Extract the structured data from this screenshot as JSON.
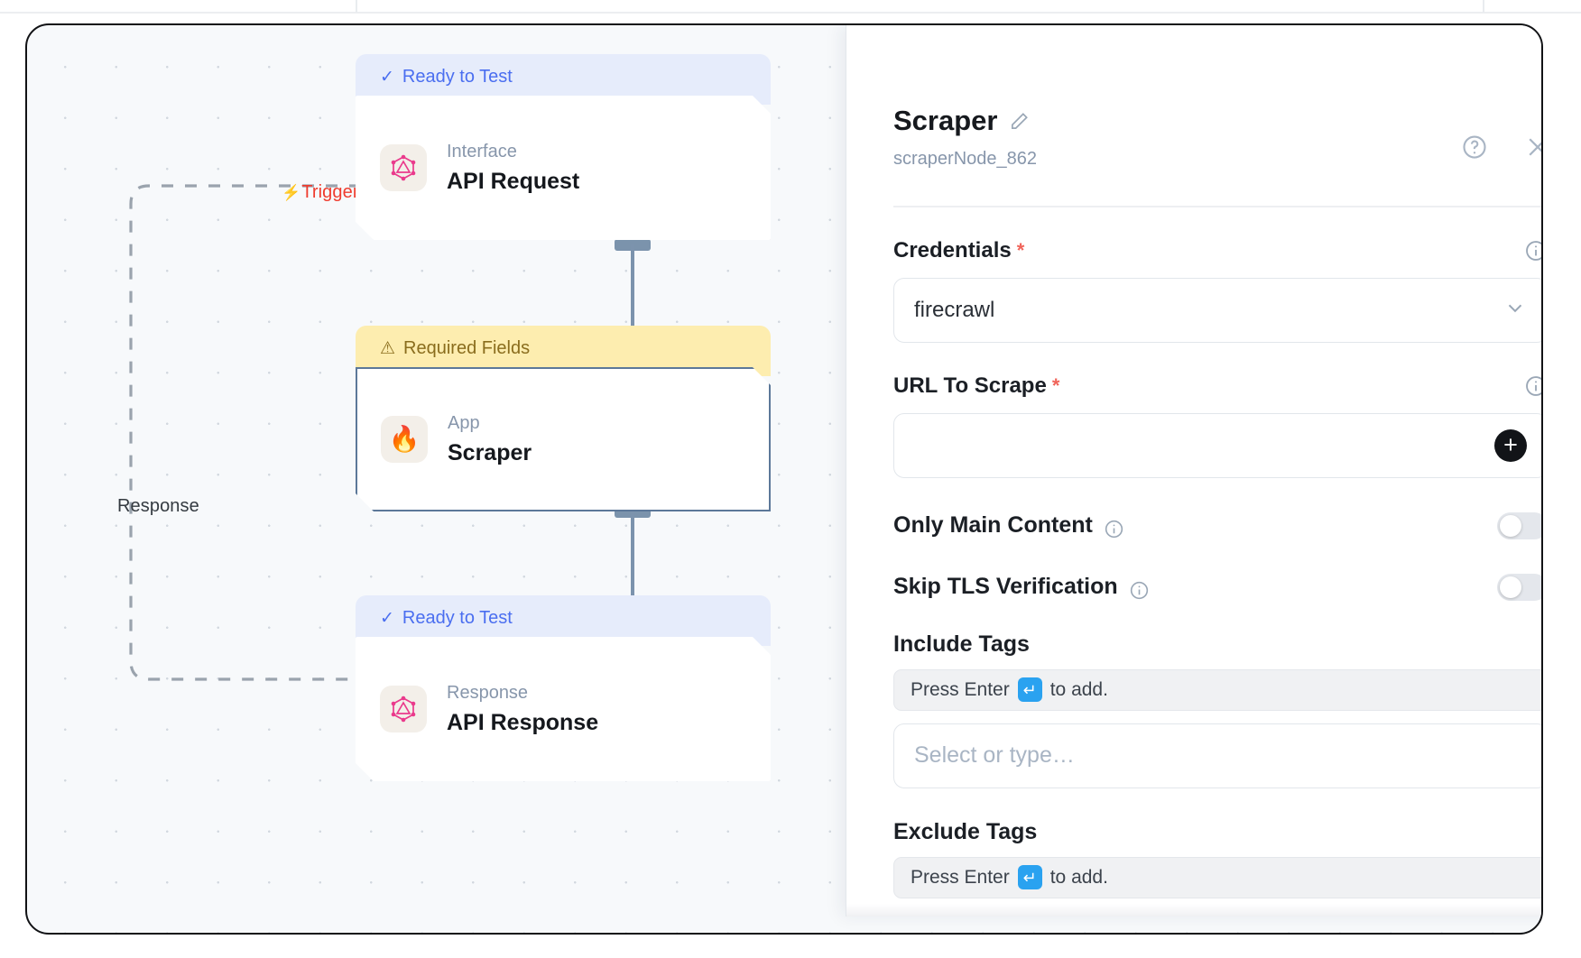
{
  "canvas": {
    "trigger_label": "Trigger",
    "trigger_icon": "lightning-bolt-icon",
    "response_label": "Response",
    "nodes": [
      {
        "status_label": "Ready to Test",
        "status_icon": "check-icon",
        "status_type": "ready",
        "kind": "Interface",
        "title": "API Request",
        "icon": "graphql-icon"
      },
      {
        "status_label": "Required Fields",
        "status_icon": "warning-triangle-icon",
        "status_type": "required",
        "kind": "App",
        "title": "Scraper",
        "icon": "fire-icon"
      },
      {
        "status_label": "Ready to Test",
        "status_icon": "check-icon",
        "status_type": "ready",
        "kind": "Response",
        "title": "API Response",
        "icon": "graphql-icon"
      }
    ]
  },
  "panel": {
    "title": "Scraper",
    "edit_icon": "pencil-icon",
    "subtitle": "scraperNode_862",
    "help_icon": "help-circle-icon",
    "close_icon": "close-icon",
    "fields": {
      "credentials": {
        "label": "Credentials",
        "required_marker": "*",
        "info_icon": "info-icon",
        "value": "firecrawl",
        "chevron_icon": "chevron-down-icon"
      },
      "url_to_scrape": {
        "label": "URL To Scrape",
        "required_marker": "*",
        "info_icon": "info-icon",
        "value": "",
        "add_button_label": "+",
        "add_button_icon": "plus-icon"
      },
      "only_main_content": {
        "label": "Only Main Content",
        "info_icon": "info-icon",
        "enabled": false
      },
      "skip_tls_verification": {
        "label": "Skip TLS Verification",
        "info_icon": "info-icon",
        "enabled": false
      },
      "include_tags": {
        "label": "Include Tags",
        "hint_prefix": "Press Enter",
        "hint_key": "↵",
        "hint_suffix": "to add.",
        "placeholder": "Select or type…",
        "value": ""
      },
      "exclude_tags": {
        "label": "Exclude Tags",
        "hint_prefix": "Press Enter",
        "hint_key": "↵",
        "hint_suffix": "to add."
      }
    }
  },
  "colors": {
    "ready_bg": "#e6ecfb",
    "ready_fg": "#4a6ef0",
    "required_bg": "#fdedaf",
    "required_fg": "#8a6d1d",
    "trigger": "#ef3b2d",
    "connector": "#7b93ac",
    "required_star": "#f0645a",
    "enter_key": "#2aa2f0",
    "add_button": "#121418"
  }
}
